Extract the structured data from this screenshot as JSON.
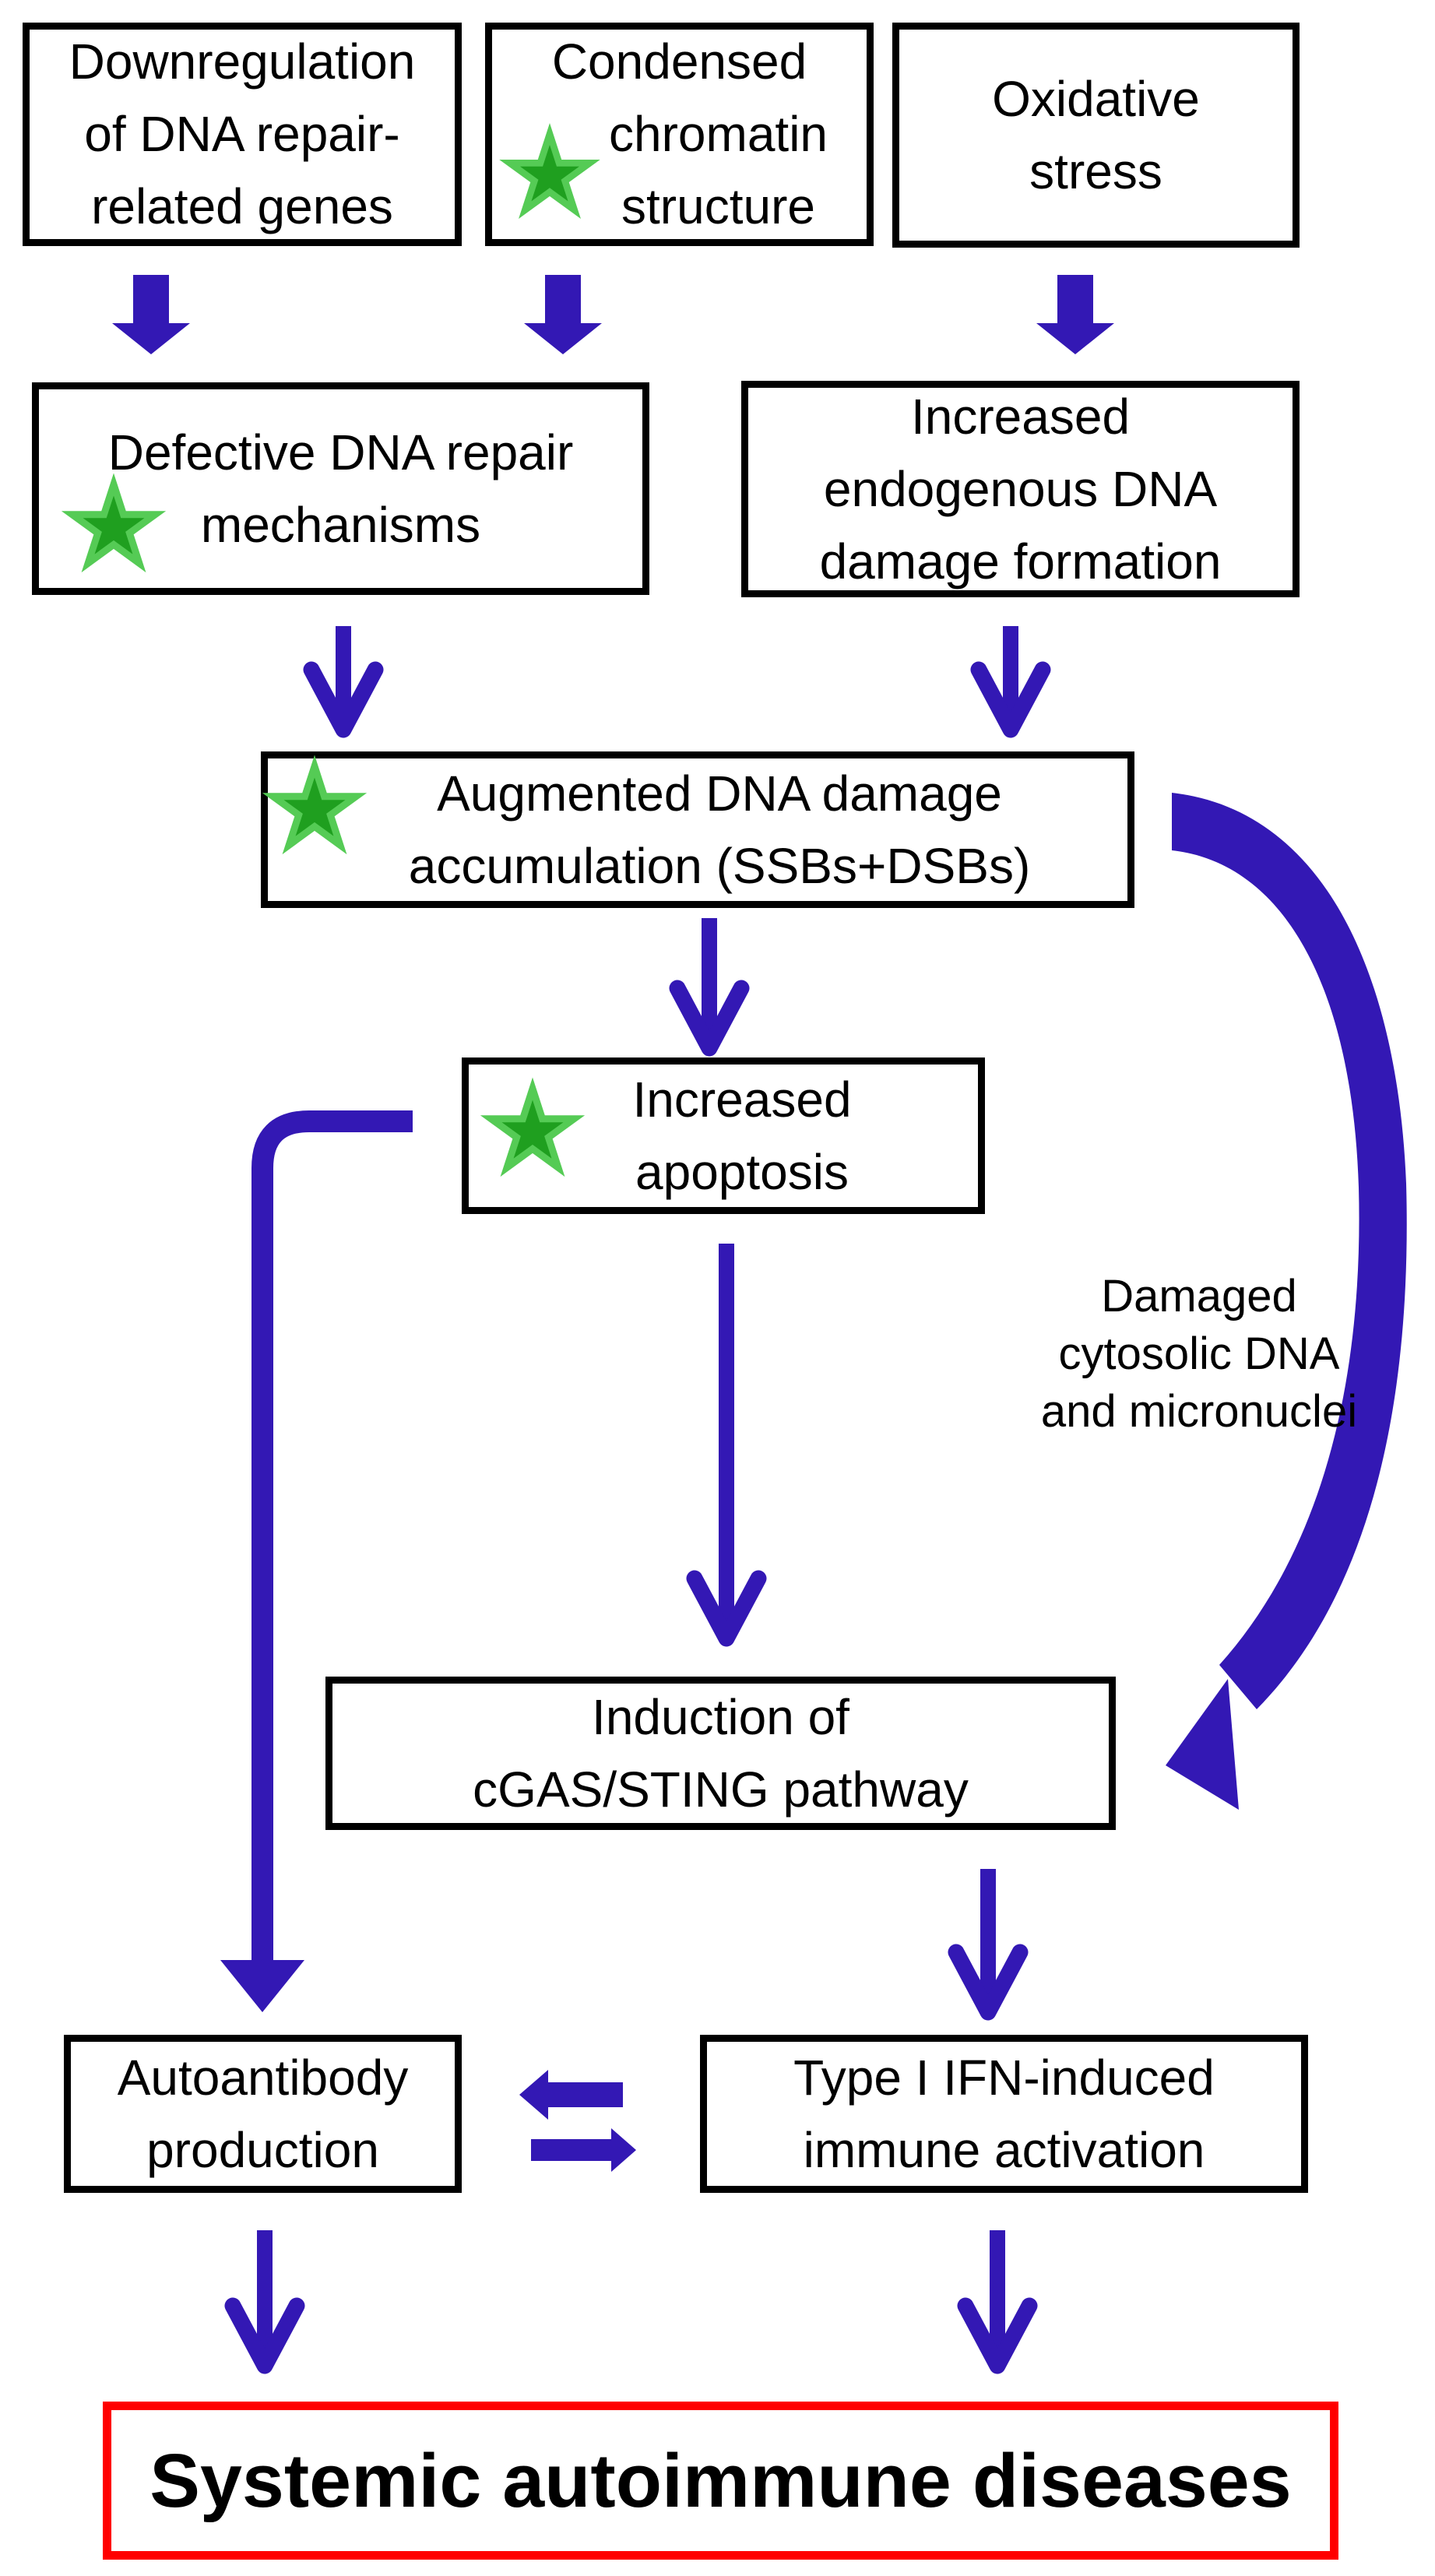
{
  "title": "DNA damage and systemic autoimmunity flowchart",
  "boxes": {
    "downregulation": {
      "lines": [
        "Downregulation",
        "of DNA repair-",
        "related genes"
      ],
      "starred": false
    },
    "condensed": {
      "lines": [
        "Condensed",
        "chromatin",
        "structure"
      ],
      "starred": true
    },
    "oxidative": {
      "lines": [
        "Oxidative",
        "stress"
      ],
      "starred": false
    },
    "defective": {
      "lines": [
        "Defective DNA repair",
        "mechanisms"
      ],
      "starred": true
    },
    "endogenous": {
      "lines": [
        "Increased",
        "endogenous DNA",
        "damage formation"
      ],
      "starred": false
    },
    "augmented": {
      "lines": [
        "Augmented DNA damage",
        "accumulation (SSBs+DSBs)"
      ],
      "starred": true
    },
    "apoptosis": {
      "lines": [
        "Increased",
        "apoptosis"
      ],
      "starred": true
    },
    "induction": {
      "lines": [
        "Induction of",
        "cGAS/STING pathway"
      ],
      "starred": false
    },
    "autoantibody": {
      "lines": [
        "Autoantibody",
        "production"
      ],
      "starred": false
    },
    "ifn": {
      "lines": [
        "Type I IFN-induced",
        "immune activation"
      ],
      "starred": false
    },
    "systemic": {
      "label": "Systemic autoimmune diseases"
    }
  },
  "annotations": {
    "damaged": {
      "lines": [
        "Damaged",
        "cytosolic DNA",
        "and  micronuclei"
      ]
    }
  },
  "connections": [
    "downregulation -> defective",
    "condensed -> defective",
    "oxidative -> endogenous",
    "defective -> augmented",
    "endogenous -> augmented",
    "augmented -> apoptosis",
    "augmented -> induction (curved, via damaged cytosolic DNA and micronuclei)",
    "apoptosis -> induction",
    "apoptosis -> autoantibody (long left arrow)",
    "induction -> ifn",
    "autoantibody <-> ifn (double arrows)",
    "autoantibody -> systemic",
    "ifn -> systemic"
  ],
  "colors": {
    "arrow": "#3318b4",
    "star_fill": "#1f9f1f",
    "star_stroke": "#55cb55",
    "box_border": "#000000",
    "final_border": "#ff0000",
    "text": "#000000"
  }
}
